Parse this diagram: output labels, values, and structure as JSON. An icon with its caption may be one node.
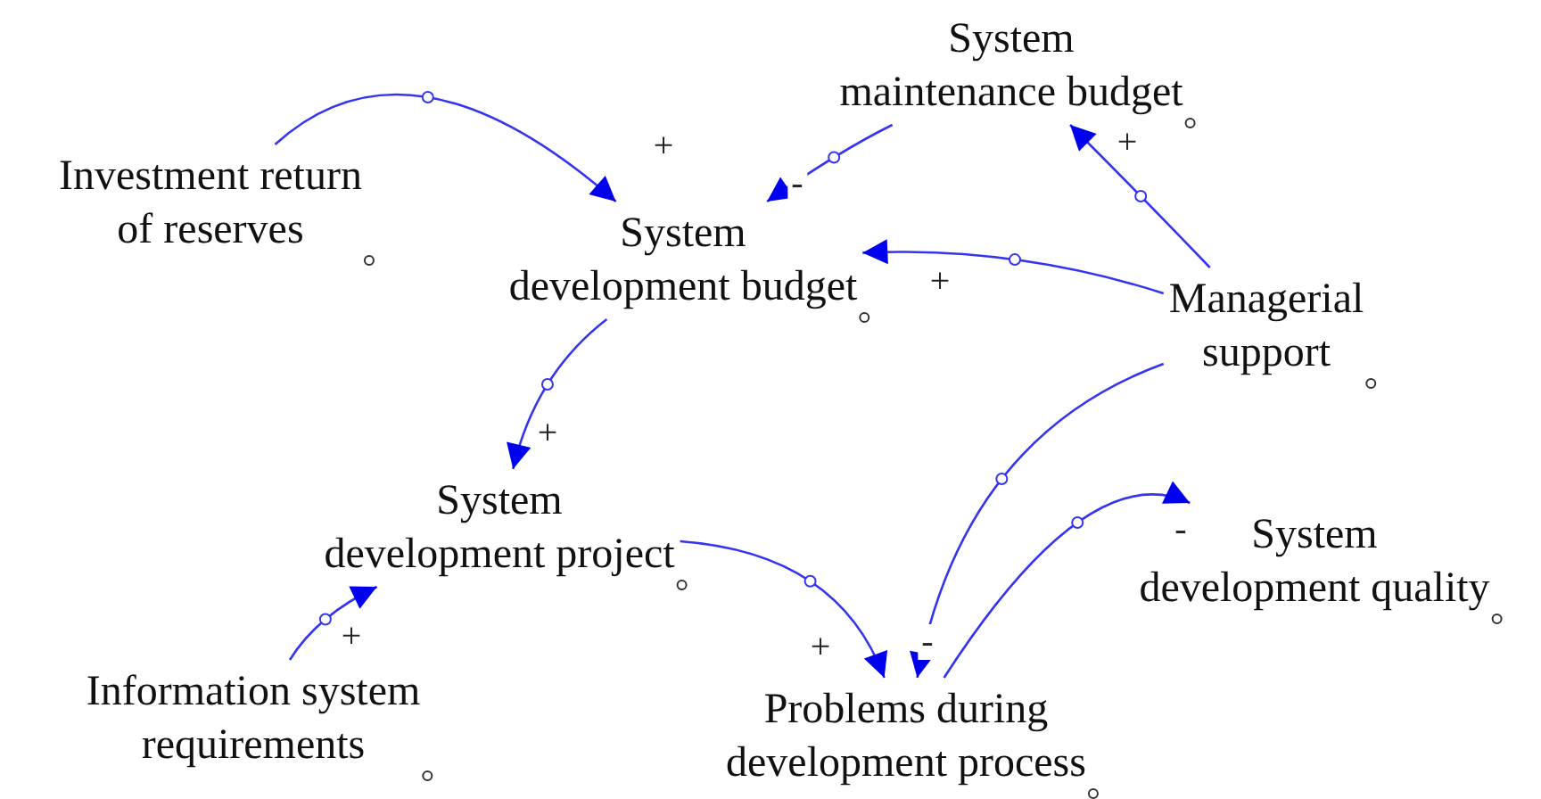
{
  "diagram": {
    "nodes": [
      {
        "text": [
          "Investment return of reserves"
        ]
      },
      {
        "text": [
          "System maintenance budget"
        ]
      },
      {
        "text": [
          "System development budget"
        ]
      },
      {
        "text": [
          "Managerial support"
        ]
      },
      {
        "text": [
          "System development project"
        ]
      },
      {
        "text": [
          "System development quality"
        ]
      },
      {
        "text": [
          "Information system requirements"
        ]
      },
      {
        "text": [
          "Problems during development process"
        ]
      }
    ],
    "edges": [
      {
        "from": 0,
        "to": 2,
        "arrow": "to",
        "label": "+"
      },
      {
        "from": 1,
        "to": 2,
        "arrow": "to",
        "label": "-"
      },
      {
        "from": 3,
        "to": 1,
        "arrow": "to",
        "label": "+"
      },
      {
        "from": 3,
        "to": 2,
        "arrow": "to",
        "label": "+"
      },
      {
        "from": 2,
        "to": 4,
        "arrow": "to",
        "label": "+"
      },
      {
        "from": 6,
        "to": 4,
        "arrow": "to",
        "label": "+"
      },
      {
        "from": 4,
        "to": 7,
        "arrow": "to",
        "label": "+"
      },
      {
        "from": 3,
        "to": 7,
        "arrow": "to",
        "label": "-"
      },
      {
        "from": 7,
        "to": 5,
        "arrow": "to",
        "label": "-"
      }
    ]
  }
}
